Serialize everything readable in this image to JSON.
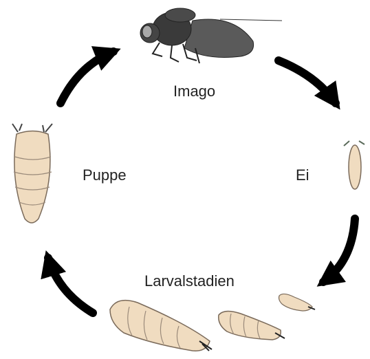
{
  "stages": {
    "imago": "Imago",
    "egg": "Ei",
    "larvae": "Larvalstadien",
    "pupa": "Puppe"
  },
  "colors": {
    "body": "#f0dcc0",
    "outline": "#7a6a5a",
    "fly": "#3a3a3a",
    "arrow": "#000000"
  }
}
